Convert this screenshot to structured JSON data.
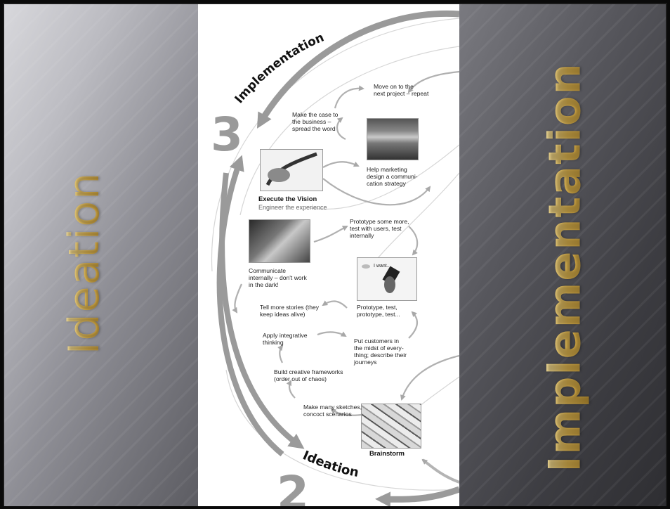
{
  "left_panel": {
    "title": "Ideation"
  },
  "right_panel": {
    "title": "Implementation"
  },
  "diagram": {
    "stages": [
      {
        "number": "3",
        "label": "Implementation"
      },
      {
        "number": "2",
        "label": "Ideation"
      }
    ],
    "steps": [
      {
        "text": "Move on to the\nnext project – repeat"
      },
      {
        "text": "Make the case to\nthe business –\nspread the word"
      },
      {
        "text": "Help marketing\ndesign a communi-\ncation strategy"
      },
      {
        "text": "Execute the Vision",
        "emphasis": "bold"
      },
      {
        "text": "Engineer the experience"
      },
      {
        "text": "Prototype some more,\ntest with users, test\ninternally"
      },
      {
        "text": "Communicate\ninternally – don't work\nin the dark!"
      },
      {
        "text": "Tell more stories (they\nkeep ideas alive)"
      },
      {
        "text": "Prototype, test,\nprototype, test..."
      },
      {
        "text": "Apply integrative\nthinking"
      },
      {
        "text": "Put customers in\nthe midst of every-\nthing; describe their\njourneys"
      },
      {
        "text": "Build creative frameworks\n(order out of chaos)"
      },
      {
        "text": "Make many sketches,\nconcoct scenarios"
      },
      {
        "text": "Brainstorm",
        "emphasis": "bold"
      }
    ],
    "photo_caption_fragment": "I want..."
  },
  "colors": {
    "accent_gold": "#d9b14e",
    "arrow_gray": "#9a9a9a",
    "panel_dark": "#3d3d42",
    "panel_light": "#c8c8cc"
  }
}
